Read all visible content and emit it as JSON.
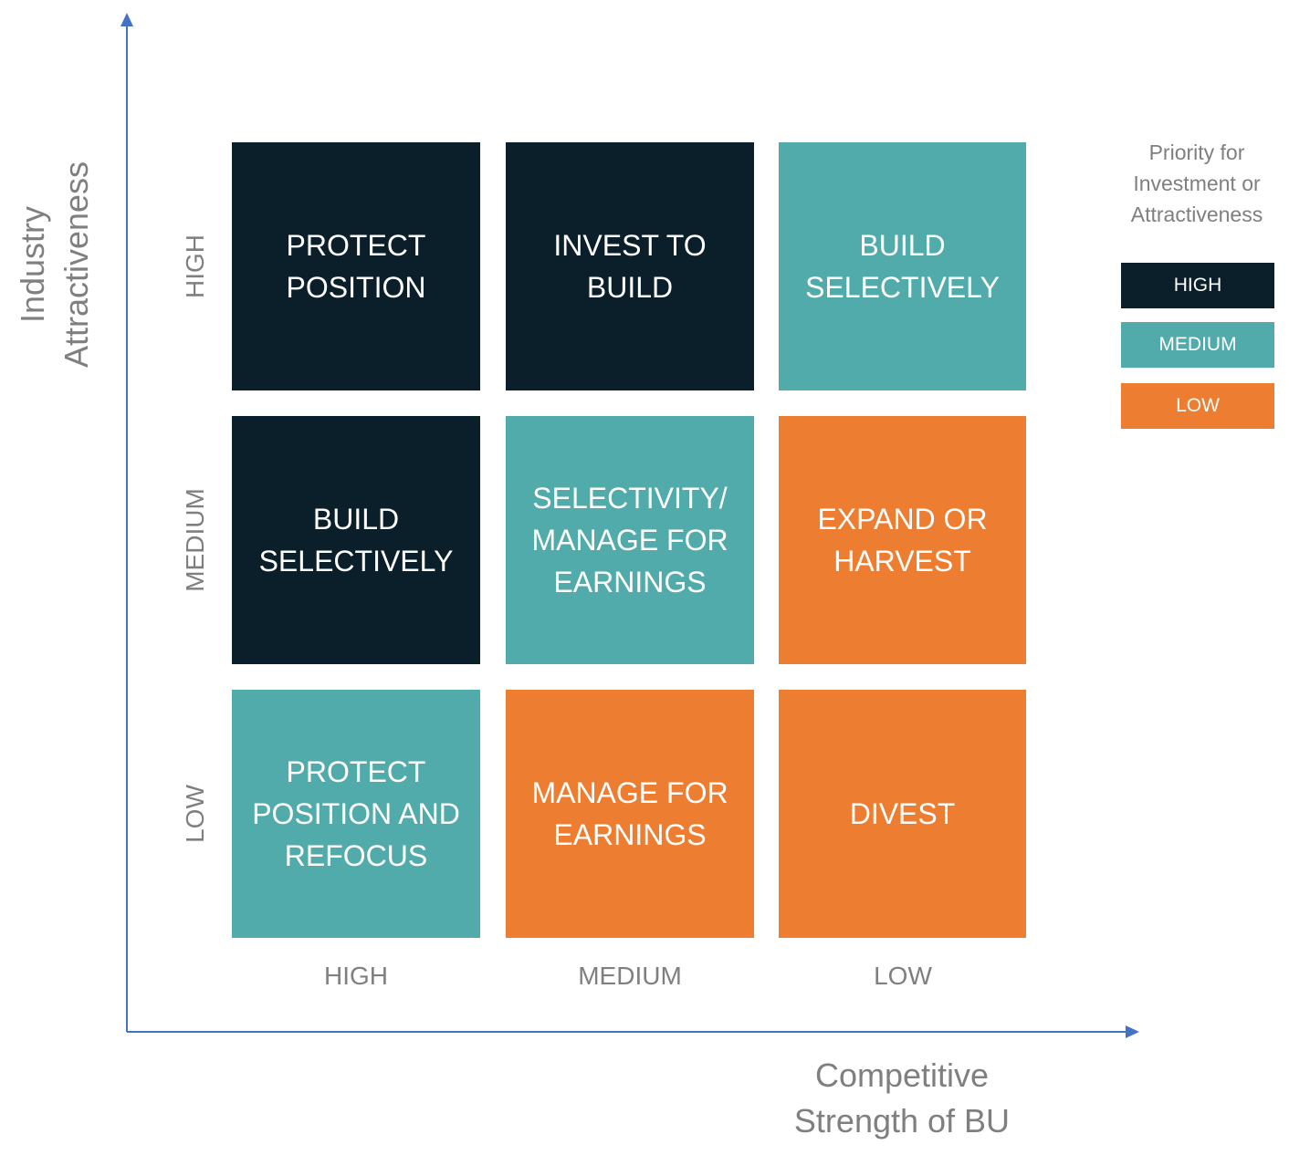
{
  "axes": {
    "y_title_line1": "Industry",
    "y_title_line2": "Attractiveness",
    "x_title_line1": "Competitive",
    "x_title_line2": "Strength of BU"
  },
  "row_labels": [
    "HIGH",
    "MEDIUM",
    "LOW"
  ],
  "col_labels": [
    "HIGH",
    "MEDIUM",
    "LOW"
  ],
  "cells": [
    [
      {
        "line1": "PROTECT",
        "line2": "POSITION",
        "line3": "",
        "priority": "high"
      },
      {
        "line1": "INVEST TO",
        "line2": "BUILD",
        "line3": "",
        "priority": "high"
      },
      {
        "line1": "BUILD",
        "line2": "SELECTIVELY",
        "line3": "",
        "priority": "medium"
      }
    ],
    [
      {
        "line1": "BUILD",
        "line2": "SELECTIVELY",
        "line3": "",
        "priority": "high"
      },
      {
        "line1": "SELECTIVITY/",
        "line2": "MANAGE FOR",
        "line3": "EARNINGS",
        "priority": "medium"
      },
      {
        "line1": "EXPAND OR",
        "line2": "HARVEST",
        "line3": "",
        "priority": "low"
      }
    ],
    [
      {
        "line1": "PROTECT",
        "line2": "POSITION AND",
        "line3": "REFOCUS",
        "priority": "medium"
      },
      {
        "line1": "MANAGE FOR",
        "line2": "EARNINGS",
        "line3": "",
        "priority": "low"
      },
      {
        "line1": "DIVEST",
        "line2": "",
        "line3": "",
        "priority": "low"
      }
    ]
  ],
  "legend": {
    "title_line1": "Priority for",
    "title_line2": "Investment or",
    "title_line3": "Attractiveness",
    "items": [
      {
        "label": "HIGH",
        "color": "#0b1f2b"
      },
      {
        "label": "MEDIUM",
        "color": "#52abab"
      },
      {
        "label": "LOW",
        "color": "#ed7d31"
      }
    ]
  },
  "colors": {
    "high": "#0b1f2b",
    "medium": "#52abab",
    "low": "#ed7d31",
    "axis": "#4472c4",
    "label_text": "#7f7f7f"
  }
}
